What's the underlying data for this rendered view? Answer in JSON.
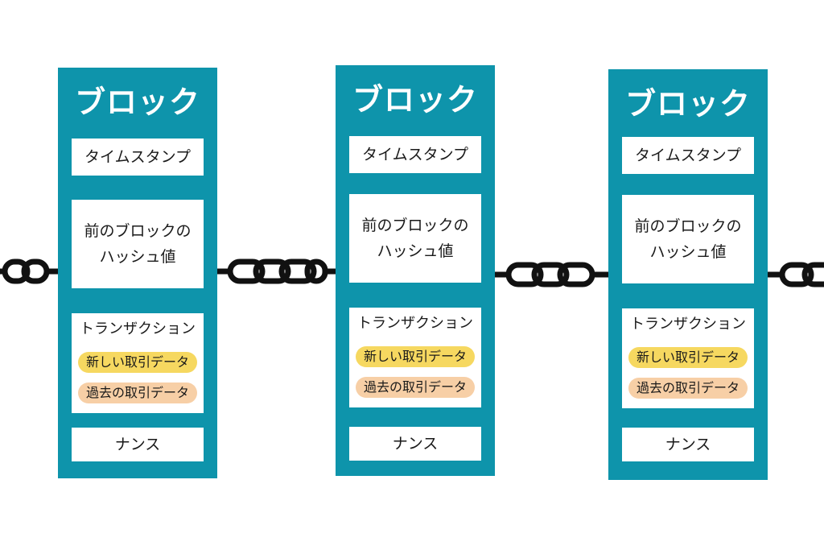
{
  "diagram": {
    "blocks": [
      {
        "title": "ブロック",
        "timestamp": "タイムスタンプ",
        "prev_hash_line1": "前のブロックの",
        "prev_hash_line2": "ハッシュ値",
        "transaction": "トランザクション",
        "new_tx": "新しい取引データ",
        "old_tx": "過去の取引データ",
        "nonce": "ナンス"
      },
      {
        "title": "ブロック",
        "timestamp": "タイムスタンプ",
        "prev_hash_line1": "前のブロックの",
        "prev_hash_line2": "ハッシュ値",
        "transaction": "トランザクション",
        "new_tx": "新しい取引データ",
        "old_tx": "過去の取引データ",
        "nonce": "ナンス"
      },
      {
        "title": "ブロック",
        "timestamp": "タイムスタンプ",
        "prev_hash_line1": "前のブロックの",
        "prev_hash_line2": "ハッシュ値",
        "transaction": "トランザクション",
        "new_tx": "新しい取引データ",
        "old_tx": "過去の取引データ",
        "nonce": "ナンス"
      }
    ],
    "colors": {
      "block": "#0e94ab",
      "field": "#ffffff",
      "new_tx_highlight": "#f6d860",
      "old_tx_highlight": "#f7cfa6",
      "chain": "#111111"
    },
    "connector_icon": "chain-link-icon"
  }
}
